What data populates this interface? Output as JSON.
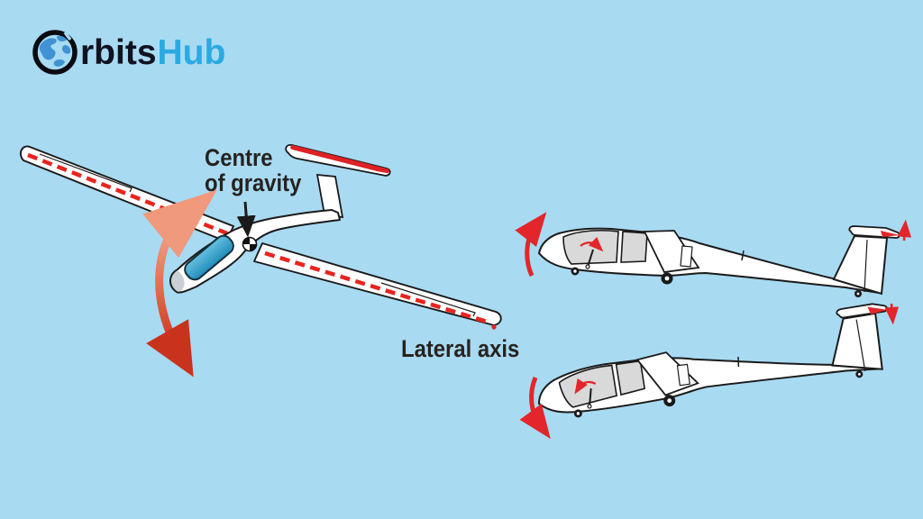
{
  "logo": {
    "brand_dark": "rbits",
    "brand_accent": "Hub"
  },
  "main_diagram": {
    "label_cg_line1": "Centre",
    "label_cg_line2": "of gravity",
    "label_axis": "Lateral axis"
  },
  "colors": {
    "background": "#A8DAF2",
    "outline": "#1A1A1A",
    "red": "#E2262B",
    "dash_red": "#E8231E",
    "tail_stripe_red": "#DD2126",
    "canopy_blue": "#2E9DC9",
    "canopy_gray": "#D9D9D9",
    "pitch_arrow_salmon": "#E8705A",
    "logo_accent": "#2AA9E2",
    "logo_dark": "#10131F"
  }
}
